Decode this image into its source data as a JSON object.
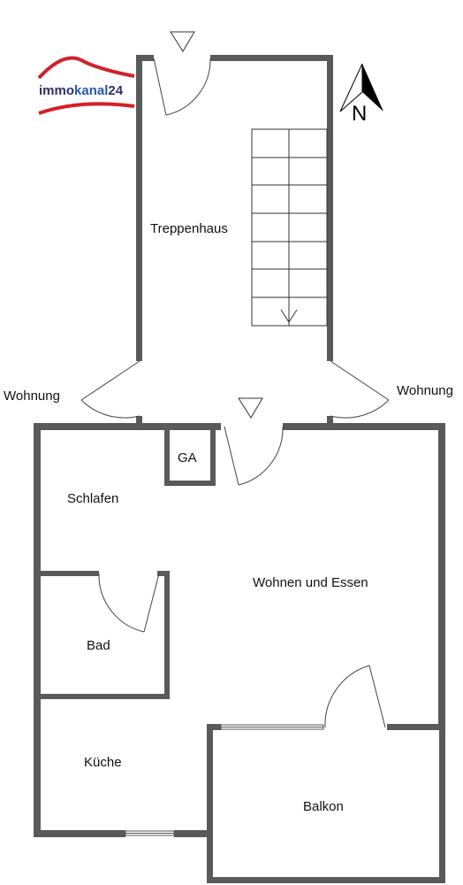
{
  "logo": {
    "part1": "immo",
    "part2": "kanal",
    "part3": "24",
    "roof_color": "#d32027",
    "text_color": "#2e2e6e",
    "accent_color": "#2b5aa8"
  },
  "compass": {
    "label": "N"
  },
  "rooms": {
    "treppenhaus": "Treppenhaus",
    "wohnung_left": "Wohnung",
    "wohnung_right": "Wohnung",
    "ga": "GA",
    "schlafen": "Schlafen",
    "wohnen": "Wohnen und Essen",
    "bad": "Bad",
    "kueche": "Küche",
    "balkon": "Balkon"
  },
  "colors": {
    "wall": "#5a5a5a",
    "background": "#ffffff"
  }
}
